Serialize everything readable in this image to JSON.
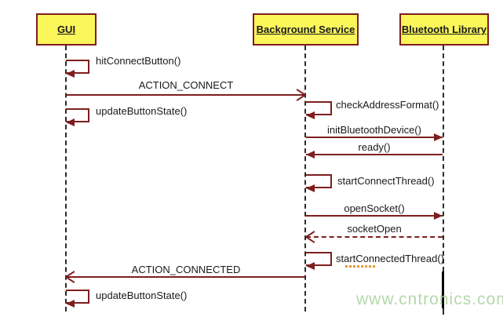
{
  "diagram": {
    "type": "uml-sequence",
    "actors": [
      {
        "name": "GUI"
      },
      {
        "name": "Background Service"
      },
      {
        "name": "Bluetooth Library"
      }
    ],
    "messages": [
      {
        "label": "hitConnectButton()",
        "from": "GUI",
        "to": "GUI",
        "kind": "self"
      },
      {
        "label": "ACTION_CONNECT",
        "from": "GUI",
        "to": "Background Service",
        "kind": "async-open-arrow"
      },
      {
        "label": "updateButtonState()",
        "from": "GUI",
        "to": "GUI",
        "kind": "self"
      },
      {
        "label": "checkAddressFormat()",
        "from": "Background Service",
        "to": "Background Service",
        "kind": "self"
      },
      {
        "label": "initBluetoothDevice()",
        "from": "Background Service",
        "to": "Bluetooth Library",
        "kind": "call-filled-arrow"
      },
      {
        "label": "ready()",
        "from": "Bluetooth Library",
        "to": "Background Service",
        "kind": "call-filled-arrow"
      },
      {
        "label": "startConnectThread()",
        "from": "Background Service",
        "to": "Background Service",
        "kind": "self"
      },
      {
        "label": "openSocket()",
        "from": "Background Service",
        "to": "Bluetooth Library",
        "kind": "call-filled-arrow"
      },
      {
        "label": "socketOpen",
        "from": "Bluetooth Library",
        "to": "Background Service",
        "kind": "return-dashed-open-arrow"
      },
      {
        "label": "startConnectedThread()",
        "from": "Background Service",
        "to": "Background Service",
        "kind": "self"
      },
      {
        "label": "ACTION_CONNECTED",
        "from": "Background Service",
        "to": "GUI",
        "kind": "async-open-arrow"
      },
      {
        "label": "updateButtonState()",
        "from": "GUI",
        "to": "GUI",
        "kind": "self"
      }
    ],
    "watermark": "www.cntronics.com",
    "colors": {
      "actor_fill": "#FBF65A",
      "line_maroon": "#7E1E1E",
      "text": "#1A1A1A",
      "watermark_green": "#B4D9A8",
      "squiggle_orange": "#E39A36",
      "activation_black": "#000000"
    }
  }
}
